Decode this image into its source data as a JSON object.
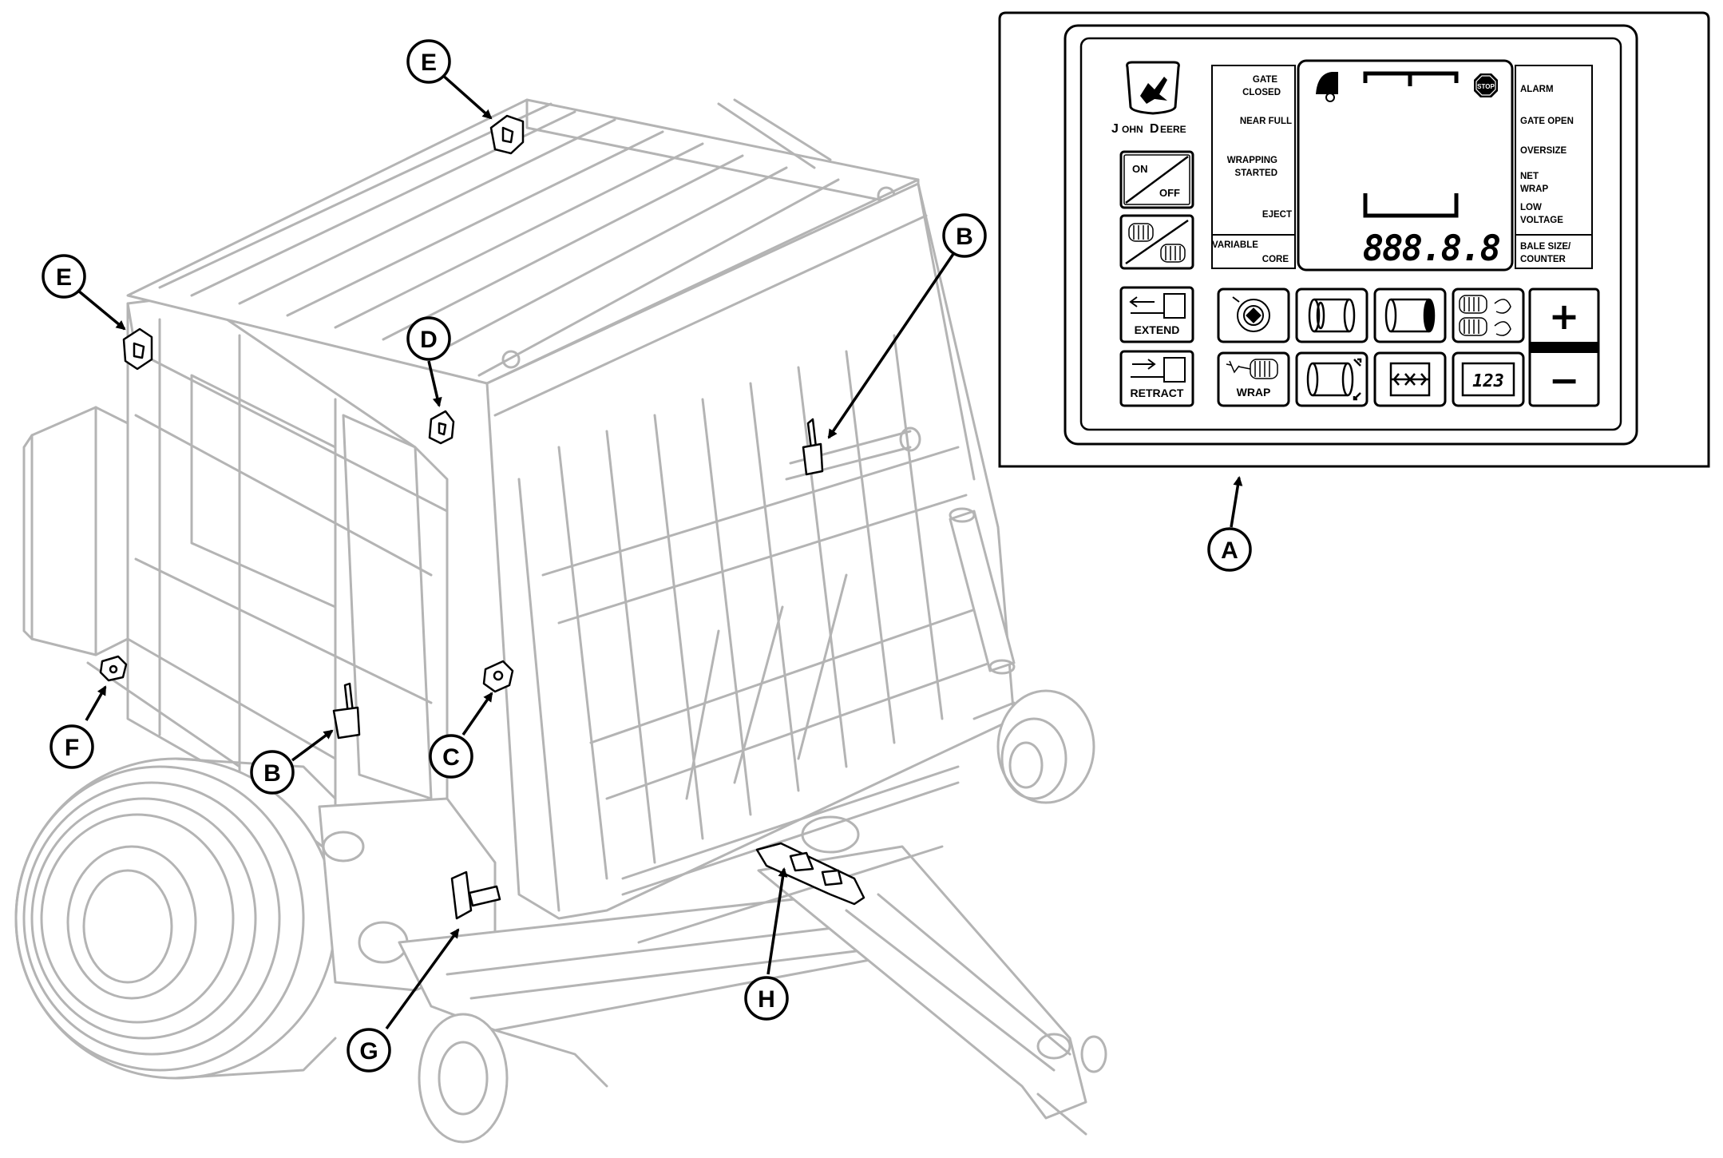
{
  "callouts": {
    "A": "A",
    "B1": "B",
    "B2": "B",
    "C": "C",
    "D": "D",
    "E1": "E",
    "E2": "E",
    "F": "F",
    "G": "G",
    "H": "H"
  },
  "panel": {
    "brand_j": "J",
    "brand_ohn": "OHN",
    "brand_d": "D",
    "brand_eere": "EERE",
    "on_label": "ON",
    "off_label": "OFF",
    "left_indicators": {
      "gate_closed_1": "GATE",
      "gate_closed_2": "CLOSED",
      "near_full": "NEAR FULL",
      "wrapping_1": "WRAPPING",
      "wrapping_2": "STARTED",
      "eject": "EJECT"
    },
    "variable_core_1": "VARIABLE",
    "variable_core_2": "CORE",
    "right_indicators": {
      "alarm": "ALARM",
      "gate_open": "GATE OPEN",
      "oversize": "OVERSIZE",
      "net_wrap_1": "NET",
      "net_wrap_2": "WRAP",
      "low_voltage_1": "LOW",
      "low_voltage_2": "VOLTAGE"
    },
    "bale_size_1": "BALE SIZE/",
    "bale_size_2": "COUNTER",
    "stop_label": "STOP",
    "display_readout": "888.8.8",
    "extend_label": "EXTEND",
    "retract_label": "RETRACT",
    "wrap_label": "WRAP",
    "counter_icon_text": "123",
    "plus_label": "+",
    "minus_label": "−"
  },
  "colors": {
    "machine_line": "#b4b4b4",
    "ink": "#000000",
    "background": "#ffffff"
  }
}
